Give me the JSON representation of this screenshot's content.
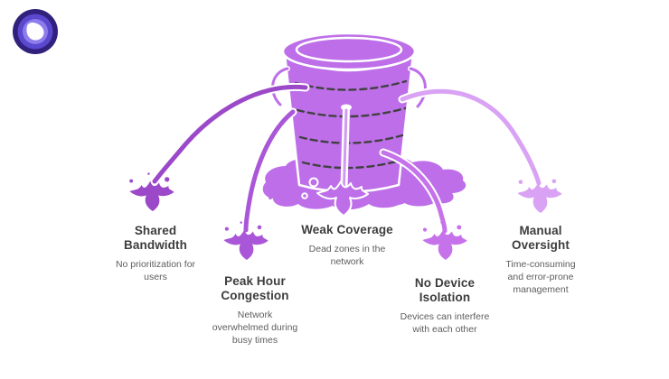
{
  "logo": {
    "name": "brand-logo",
    "colors": {
      "outer": "#31217c",
      "ring": "#5a48cf",
      "inner_ring": "#8d7cec",
      "shape": "#fdfdff"
    }
  },
  "bucket": {
    "fill": "#bd6ee8",
    "outline": "#ffffff",
    "dash_color": "#414141",
    "inner_stream": "#d09af0"
  },
  "text_colors": {
    "title": "#3d3d3d",
    "desc": "#5d5d5d"
  },
  "issues": [
    {
      "title_lines": [
        "Shared",
        "Bandwidth"
      ],
      "desc_lines": [
        "No prioritization for",
        "users"
      ],
      "color": "#9c49c9"
    },
    {
      "title_lines": [
        "Peak Hour",
        "Congestion"
      ],
      "desc_lines": [
        "Network",
        "overwhelmed during",
        "busy times"
      ],
      "color": "#aa56d8"
    },
    {
      "title_lines": [
        "Weak Coverage"
      ],
      "desc_lines": [
        "Dead zones in the",
        "network"
      ],
      "color": "#bd6ee8"
    },
    {
      "title_lines": [
        "No Device",
        "Isolation"
      ],
      "desc_lines": [
        "Devices can interfere",
        "with each other"
      ],
      "color": "#c672ea"
    },
    {
      "title_lines": [
        "Manual",
        "Oversight"
      ],
      "desc_lines": [
        "Time-consuming",
        "and error-prone",
        "management"
      ],
      "color": "#d9a2f4"
    }
  ]
}
